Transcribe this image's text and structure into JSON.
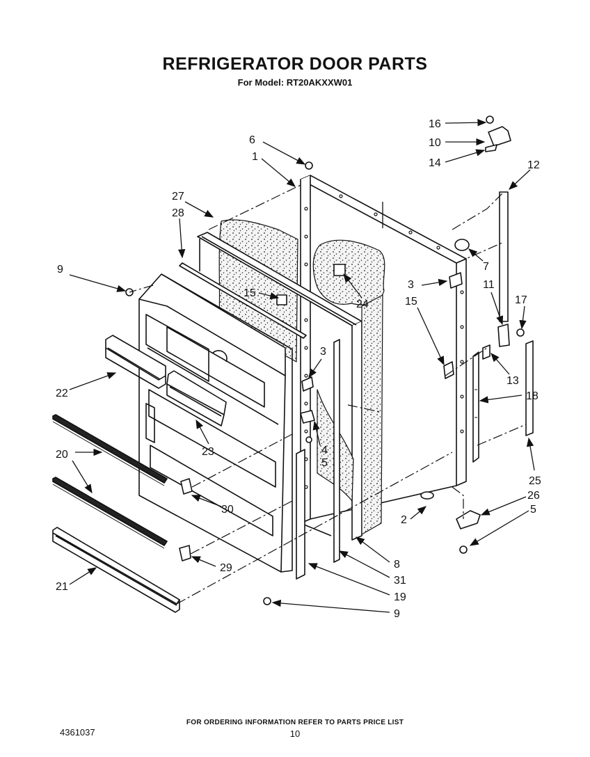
{
  "title": "REFRIGERATOR DOOR PARTS",
  "subtitle": "For Model: RT20AKXXW01",
  "callouts": [
    {
      "id": "c6",
      "label": "6"
    },
    {
      "id": "c1",
      "label": "1"
    },
    {
      "id": "c16",
      "label": "16"
    },
    {
      "id": "c10",
      "label": "10"
    },
    {
      "id": "c14",
      "label": "14"
    },
    {
      "id": "c12",
      "label": "12"
    },
    {
      "id": "c27",
      "label": "27"
    },
    {
      "id": "c28",
      "label": "28"
    },
    {
      "id": "c7",
      "label": "7"
    },
    {
      "id": "c9a",
      "label": "9"
    },
    {
      "id": "c15a",
      "label": "15"
    },
    {
      "id": "c24",
      "label": "24"
    },
    {
      "id": "c3a",
      "label": "3"
    },
    {
      "id": "c11",
      "label": "11"
    },
    {
      "id": "c17",
      "label": "17"
    },
    {
      "id": "c15b",
      "label": "15"
    },
    {
      "id": "c3b",
      "label": "3"
    },
    {
      "id": "c13",
      "label": "13"
    },
    {
      "id": "c22",
      "label": "22"
    },
    {
      "id": "c18",
      "label": "18"
    },
    {
      "id": "c4",
      "label": "4"
    },
    {
      "id": "c5a",
      "label": "5"
    },
    {
      "id": "c23",
      "label": "23"
    },
    {
      "id": "c20",
      "label": "20"
    },
    {
      "id": "c25",
      "label": "25"
    },
    {
      "id": "c26",
      "label": "26"
    },
    {
      "id": "c5b",
      "label": "5"
    },
    {
      "id": "c2",
      "label": "2"
    },
    {
      "id": "c30",
      "label": "30"
    },
    {
      "id": "c8",
      "label": "8"
    },
    {
      "id": "c29",
      "label": "29"
    },
    {
      "id": "c31",
      "label": "31"
    },
    {
      "id": "c21",
      "label": "21"
    },
    {
      "id": "c19",
      "label": "19"
    },
    {
      "id": "c9b",
      "label": "9"
    }
  ],
  "footer": {
    "ordering_note": "FOR ORDERING INFORMATION REFER TO PARTS PRICE LIST",
    "page_number": "10",
    "doc_number": "4361037"
  }
}
